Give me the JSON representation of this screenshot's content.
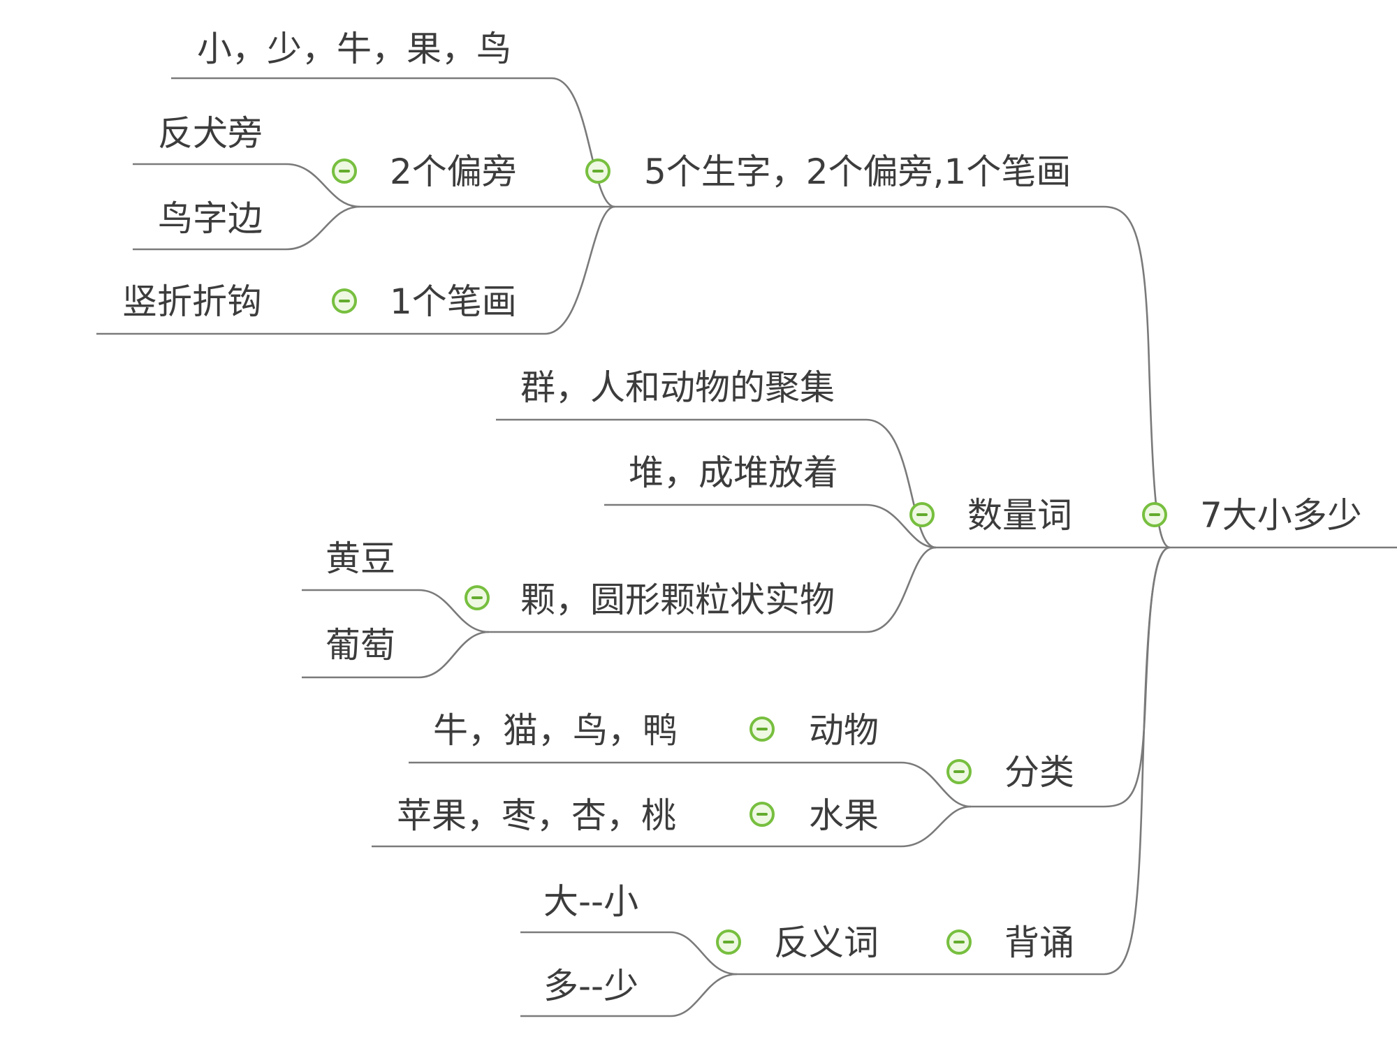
{
  "mindmap": {
    "root": "7大小多少",
    "branches": {
      "chars": {
        "label": "5个生字，2个偏旁,1个笔画",
        "leaf": "小，少，牛，果，鸟",
        "radicals": {
          "label": "2个偏旁",
          "items": [
            "反犬旁",
            "鸟字边"
          ]
        },
        "stroke": {
          "label": "1个笔画",
          "item": "竖折折钩"
        }
      },
      "measure": {
        "label": "数量词",
        "items": [
          "群，人和动物的聚集",
          "堆，成堆放着"
        ],
        "ke": {
          "label": "颗，圆形颗粒状实物",
          "items": [
            "黄豆",
            "葡萄"
          ]
        }
      },
      "classify": {
        "label": "分类",
        "animals": {
          "label": "动物",
          "item": "牛，猫，鸟，鸭"
        },
        "fruit": {
          "label": "水果",
          "item": "苹果，枣，杏，桃"
        }
      },
      "recite": {
        "label": "背诵",
        "antonym": {
          "label": "反义词",
          "items": [
            "大--小",
            "多--少"
          ]
        }
      }
    }
  },
  "colors": {
    "line": "#7a7a7a",
    "toggle_border": "#77bf3f",
    "toggle_fill": "#eef8e3",
    "text": "#3c3c3c"
  }
}
